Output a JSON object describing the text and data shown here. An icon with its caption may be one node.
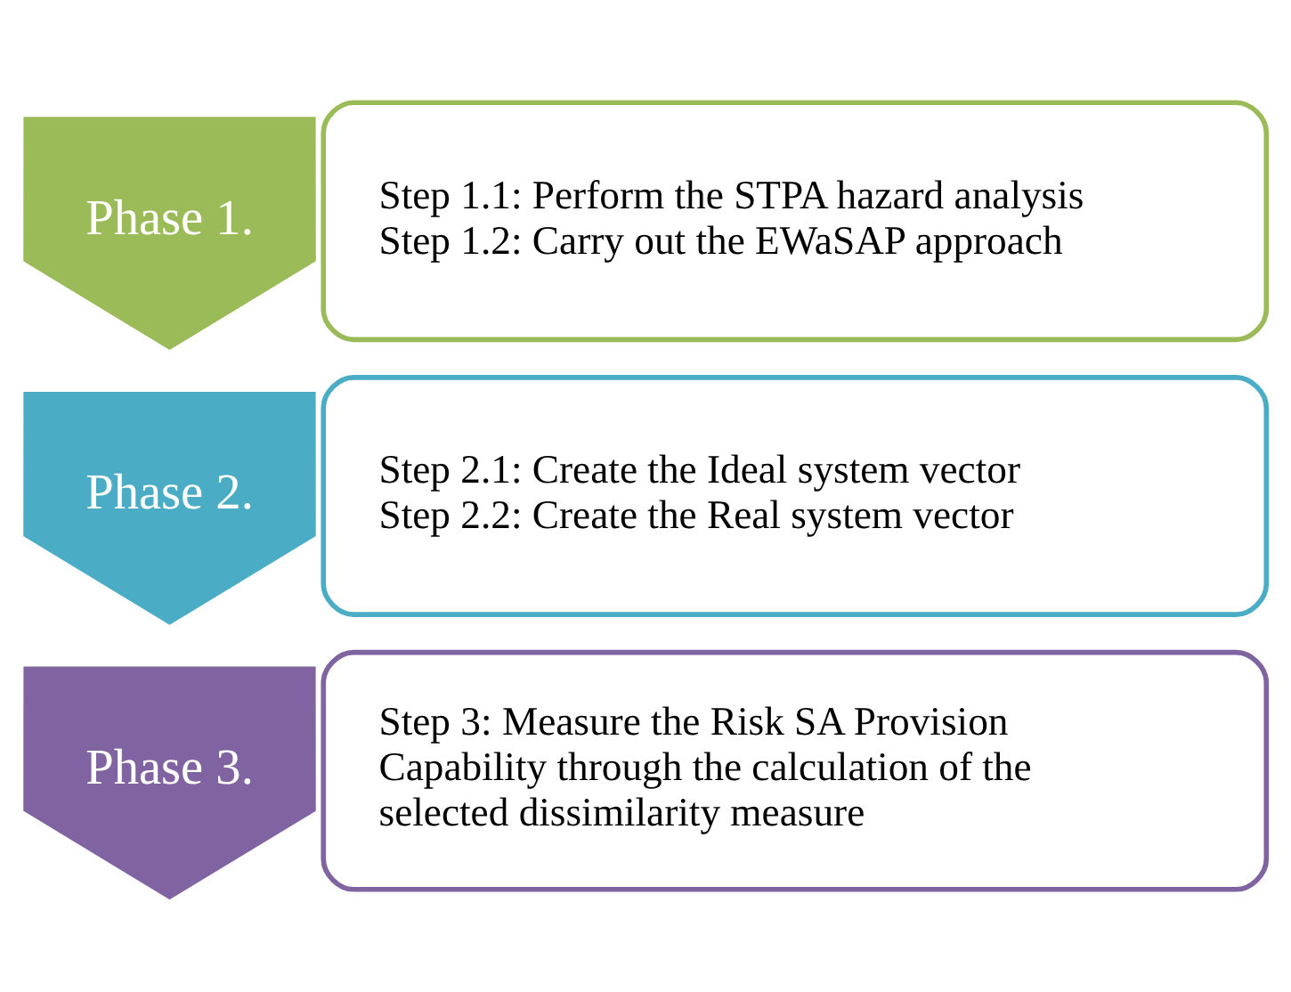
{
  "diagram": {
    "nodes": [
      {
        "text": [
          "Phase 1."
        ]
      },
      {
        "text": [
          "Step 1.1: Perform the STPA hazard analysis",
          "Step 1.2: Carry out the EWaSAP approach"
        ]
      },
      {
        "text": [
          "Phase 2."
        ]
      },
      {
        "text": [
          "Step 2.1: Create the Ideal system vector",
          "Step 2.2: Create the Real system vector"
        ]
      },
      {
        "text": [
          "Phase 3."
        ]
      },
      {
        "text": [
          "Step 3: Measure the Risk SA Provision Capability through the calculation of the selected dissimilarity measure"
        ]
      }
    ]
  }
}
